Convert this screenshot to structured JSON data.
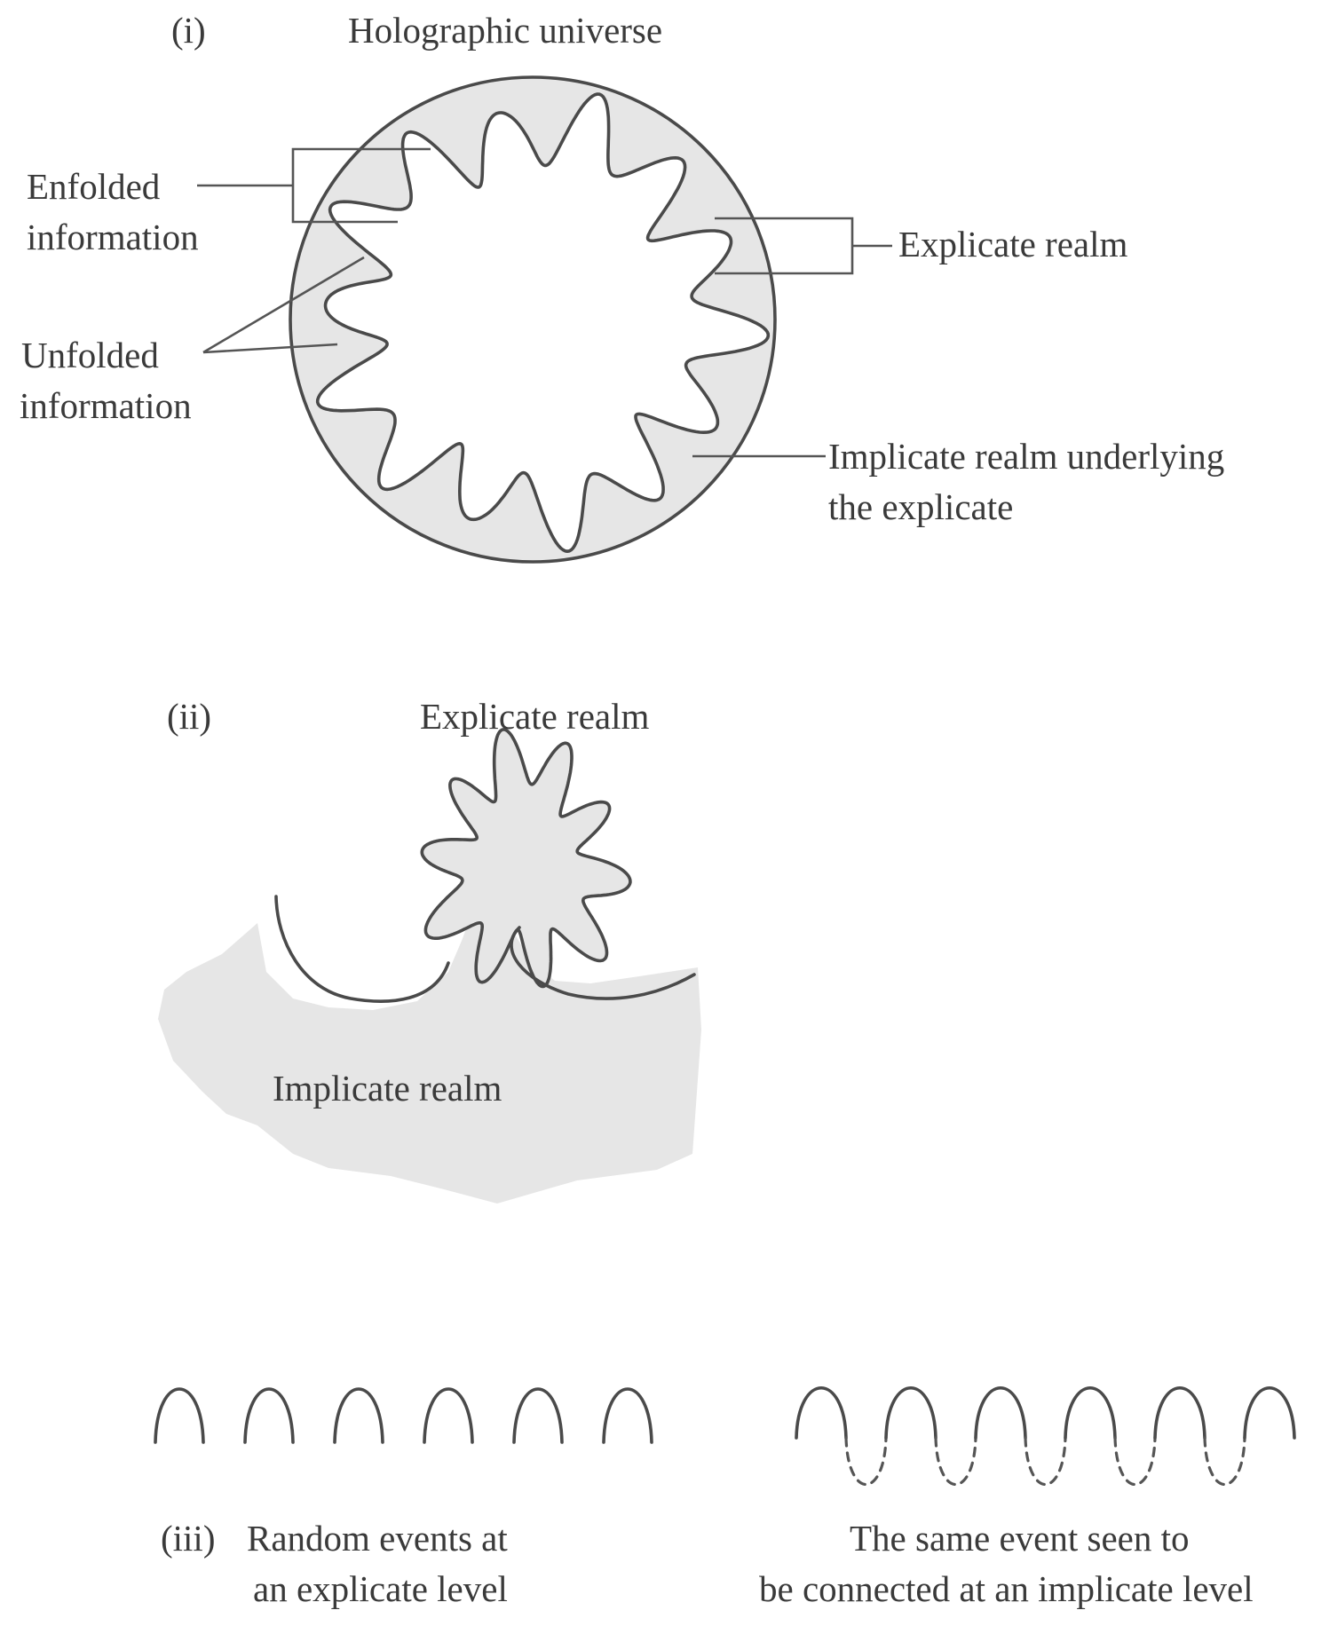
{
  "panel_i": {
    "marker": "(i)",
    "title": "Holographic universe",
    "enfolded": [
      "Enfolded",
      "information"
    ],
    "unfolded": [
      "Unfolded",
      "information"
    ],
    "explicate": "Explicate realm",
    "implicate": [
      "Implicate realm underlying",
      "the explicate"
    ]
  },
  "panel_ii": {
    "marker": "(ii)",
    "explicate": "Explicate realm",
    "implicate": "Implicate realm"
  },
  "panel_iii": {
    "marker": "(iii)",
    "left_caption": [
      "Random events at",
      "an explicate level"
    ],
    "right_caption": [
      "The same event seen to",
      "be connected at an implicate level"
    ]
  },
  "colors": {
    "fill": "#e6e6e6",
    "stroke": "#4a4a4a",
    "text": "#3a3a3a"
  }
}
